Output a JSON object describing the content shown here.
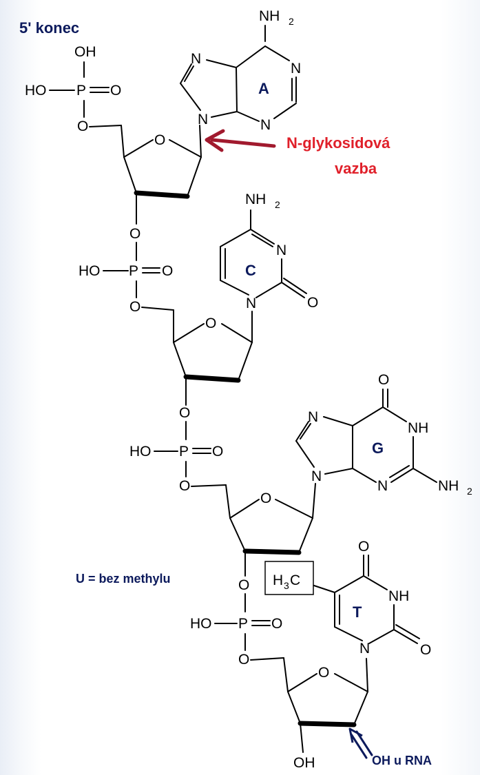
{
  "header": {
    "end5": "5' konec"
  },
  "annotations": {
    "glycosidic_line1": "N-glykosidová",
    "glycosidic_line2": "vazba",
    "uracil_note": "U = bez methylu",
    "rna_note": "OH u RNA",
    "arrow_color": "#a11a2e",
    "rna_arrow_color": "#0c1a5c"
  },
  "bases": {
    "a": "A",
    "c": "C",
    "g": "G",
    "t": "T"
  },
  "atoms": {
    "oh": "OH",
    "ho": "HO",
    "p": "P",
    "o": "O",
    "n": "N",
    "nh": "NH",
    "nh2": "NH",
    "h3c": "H",
    "h3c_c": "C",
    "sub2": "2",
    "sub3": "3"
  }
}
